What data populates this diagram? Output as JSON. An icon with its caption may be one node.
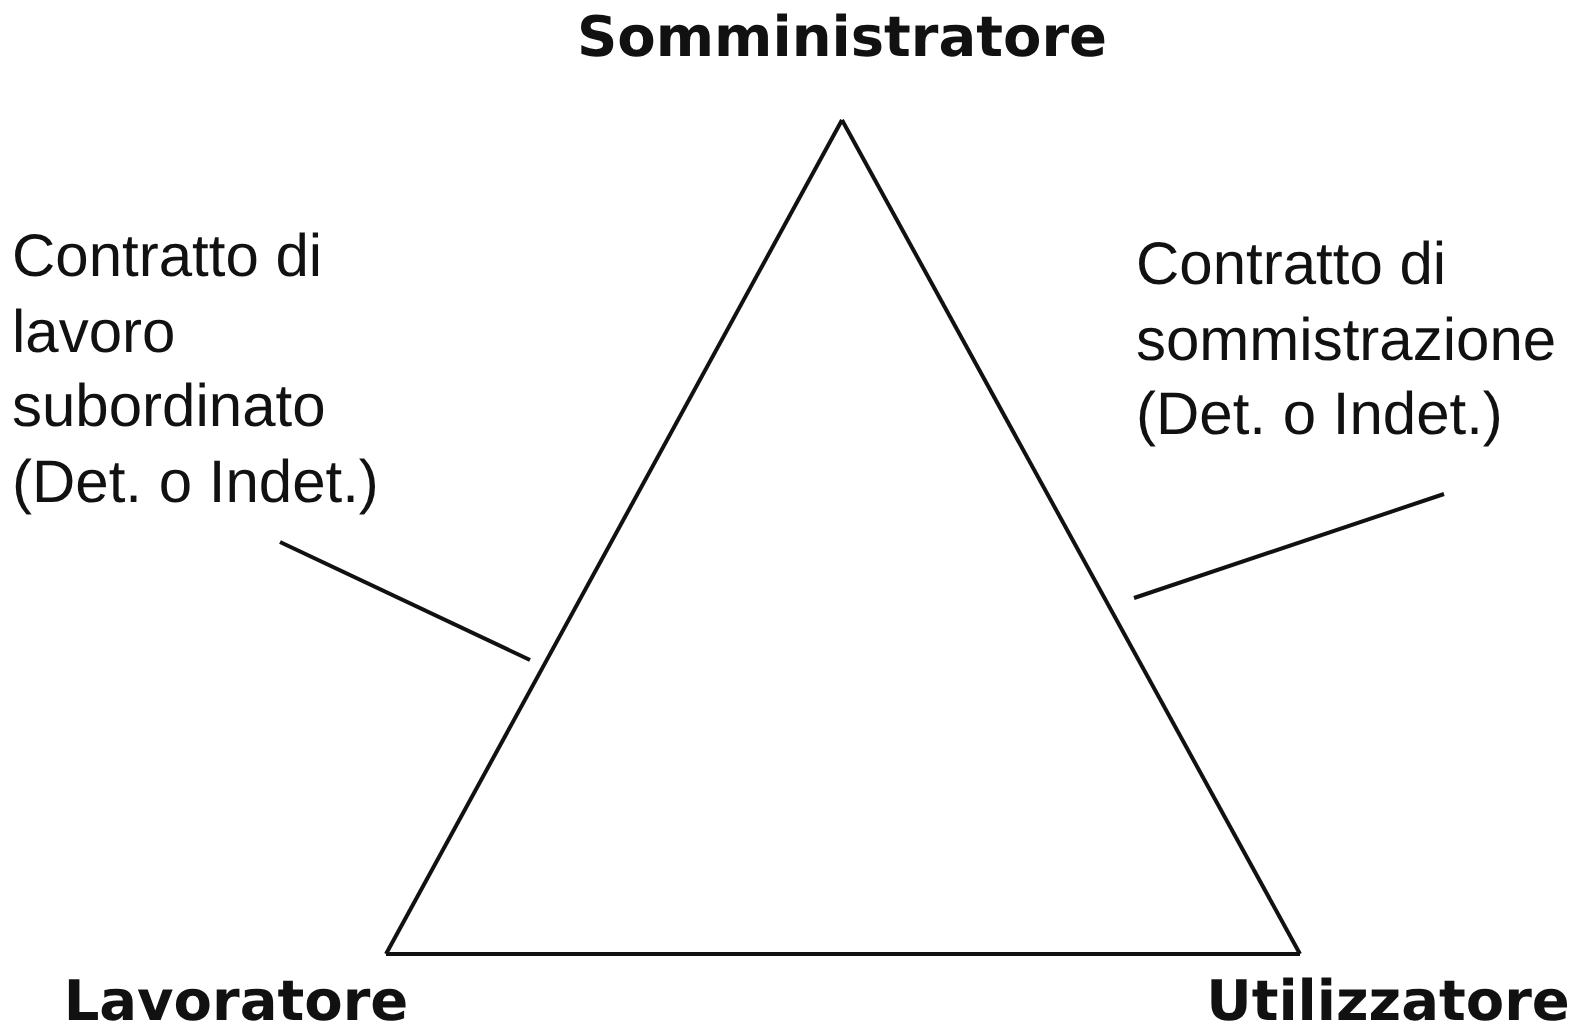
{
  "diagram": {
    "nodes": [
      {
        "text": [
          "Somministratore"
        ]
      },
      {
        "text": [
          "Contratto di lavoro subordinato (Det. o Indet.)"
        ]
      },
      {
        "text": [
          "Contratto di sommistrazione (Det. o Indet.)"
        ]
      },
      {
        "text": [
          "Lavoratore"
        ]
      },
      {
        "text": [
          "Utilizzatore"
        ]
      }
    ],
    "edges": [
      {
        "from": 0,
        "to": 3,
        "arrow": "none"
      },
      {
        "from": 0,
        "to": 4,
        "arrow": "none"
      },
      {
        "from": 3,
        "to": 4,
        "arrow": "none"
      },
      {
        "from": 1,
        "to": null,
        "arrow": "none"
      },
      {
        "from": 2,
        "to": null,
        "arrow": "none"
      }
    ]
  }
}
